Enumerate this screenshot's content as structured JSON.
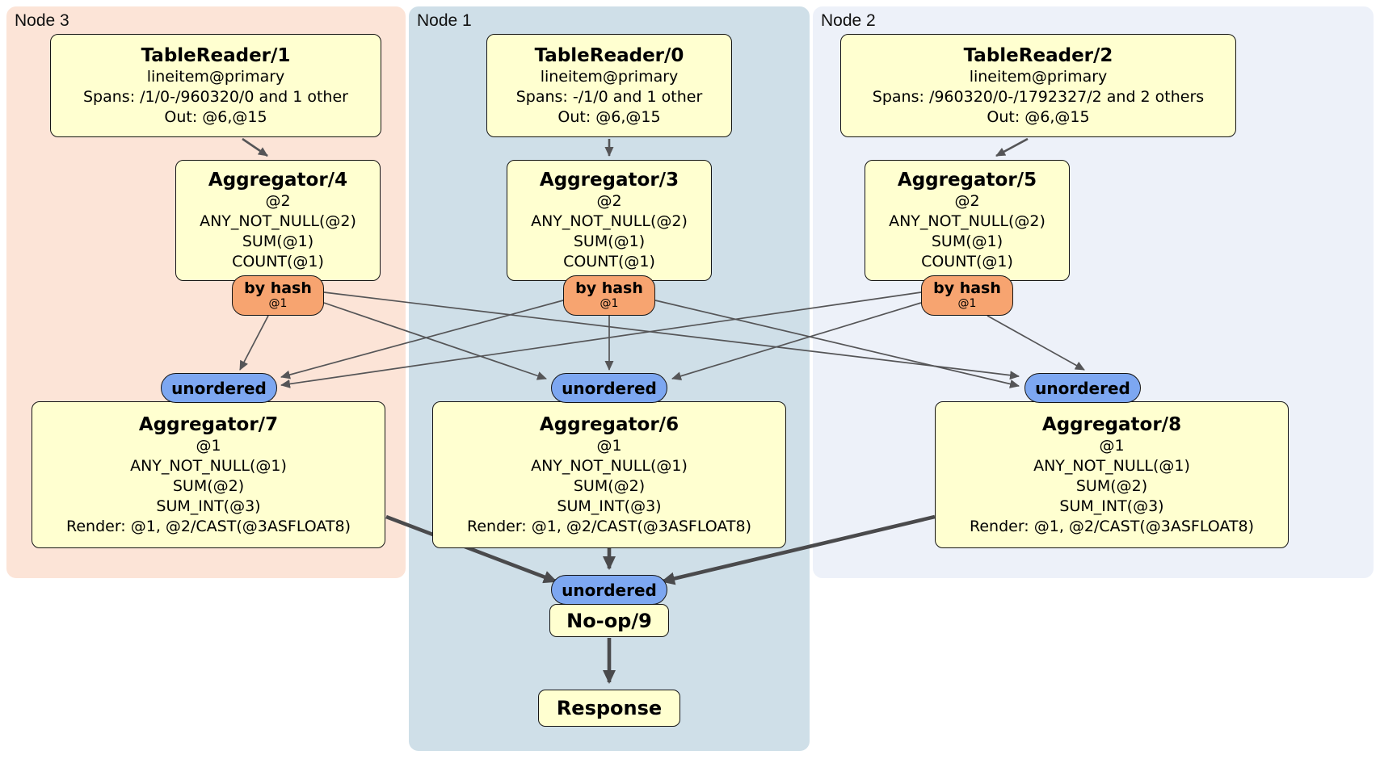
{
  "panels": [
    {
      "label": "Node 3"
    },
    {
      "label": "Node 1"
    },
    {
      "label": "Node 2"
    }
  ],
  "processors": {
    "tr1": {
      "title": "TableReader/1",
      "lines": [
        "lineitem@primary",
        "Spans: /1/0-/960320/0 and 1 other",
        "Out: @6,@15"
      ]
    },
    "tr0": {
      "title": "TableReader/0",
      "lines": [
        "lineitem@primary",
        "Spans: -/1/0 and 1 other",
        "Out: @6,@15"
      ]
    },
    "tr2": {
      "title": "TableReader/2",
      "lines": [
        "lineitem@primary",
        "Spans: /960320/0-/1792327/2 and 2 others",
        "Out: @6,@15"
      ]
    },
    "agg4": {
      "title": "Aggregator/4",
      "lines": [
        "@2",
        "ANY_NOT_NULL(@2)",
        "SUM(@1)",
        "COUNT(@1)"
      ]
    },
    "agg3": {
      "title": "Aggregator/3",
      "lines": [
        "@2",
        "ANY_NOT_NULL(@2)",
        "SUM(@1)",
        "COUNT(@1)"
      ]
    },
    "agg5": {
      "title": "Aggregator/5",
      "lines": [
        "@2",
        "ANY_NOT_NULL(@2)",
        "SUM(@1)",
        "COUNT(@1)"
      ]
    },
    "agg7": {
      "title": "Aggregator/7",
      "lines": [
        "@1",
        "ANY_NOT_NULL(@1)",
        "SUM(@2)",
        "SUM_INT(@3)",
        "Render: @1, @2/CAST(@3ASFLOAT8)"
      ]
    },
    "agg6": {
      "title": "Aggregator/6",
      "lines": [
        "@1",
        "ANY_NOT_NULL(@1)",
        "SUM(@2)",
        "SUM_INT(@3)",
        "Render: @1, @2/CAST(@3ASFLOAT8)"
      ]
    },
    "agg8": {
      "title": "Aggregator/8",
      "lines": [
        "@1",
        "ANY_NOT_NULL(@1)",
        "SUM(@2)",
        "SUM_INT(@3)",
        "Render: @1, @2/CAST(@3ASFLOAT8)"
      ]
    },
    "noop": {
      "title": "No-op/9"
    },
    "response": {
      "title": "Response"
    }
  },
  "router": {
    "label": "by hash",
    "sub": "@1"
  },
  "sync": {
    "label": "unordered"
  },
  "colors": {
    "panel_node3": "#fce4d7",
    "panel_node1": "#cfdfe8",
    "panel_node2": "#edf1f9",
    "box_fill": "#ffffd0",
    "router_fill": "#f7a470",
    "sync_fill": "#7da7f1",
    "edge": "#555557",
    "edge_thick": "#4a4a4c",
    "border": "#151515"
  }
}
